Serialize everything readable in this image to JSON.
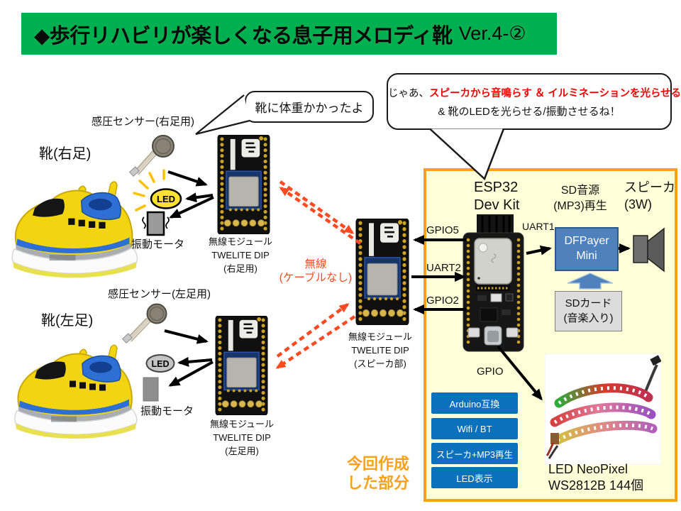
{
  "slide": {
    "title_main": "◆歩行リハビリが楽しくなる息子用メロディ靴",
    "title_version": "Ver.4-②"
  },
  "bubbles": {
    "weight": "靴に体重かかったよ",
    "action_prefix": "じゃあ、",
    "action_red": "スピーカから音鳴らす ＆ イルミネーションを光らせる",
    "action_line2": "& 靴のLEDを光らせる/振動させるね！"
  },
  "right_foot": {
    "shoe": "靴(右足)",
    "sensor": "感圧センサー(右足用)",
    "led": "LED",
    "motor": "振動モータ",
    "module_line1": "無線モジュール",
    "module_line2": "TWELITE DIP",
    "module_line3": "(右足用)"
  },
  "left_foot": {
    "shoe": "靴(左足)",
    "sensor": "感圧センサー(左足用)",
    "led": "LED",
    "motor": "振動モータ",
    "module_line1": "無線モジュール",
    "module_line2": "TWELITE DIP",
    "module_line3": "(左足用)"
  },
  "wireless": {
    "line1": "無線",
    "line2": "(ケーブルなし)"
  },
  "speaker_module": {
    "line1": "無線モジュール",
    "line2": "TWELITE DIP",
    "line3": "(スピーカ部)"
  },
  "ports": {
    "gpio5": "GPIO5",
    "uart2": "UART2",
    "gpio2": "GPIO2",
    "uart1": "UART1",
    "gpio": "GPIO"
  },
  "main_unit": {
    "esp32_line1": "ESP32",
    "esp32_line2": "Dev Kit",
    "sd_source_line1": "SD音源",
    "sd_source_line2": "(MP3)再生",
    "speaker_line1": "スピーカ",
    "speaker_line2": "(3W)",
    "dfplayer_line1": "DFPayer",
    "dfplayer_line2": "Mini",
    "sdcard_line1": "SDカード",
    "sdcard_line2": "(音楽入り)",
    "features": [
      "Arduino互換",
      "Wifi / BT",
      "スピーカ+MP3再生",
      "LED表示"
    ],
    "neopixel_line1": "LED NeoPixel",
    "neopixel_line2": "WS2812B 144個",
    "made_line1": "今回作成",
    "made_line2": "した部分"
  },
  "colors": {
    "title_bg": "#00B050",
    "box_fill": "#FFFFD8",
    "box_border": "#F9A11B",
    "red_text": "#FF0000",
    "wireless_orange": "#FF4A22",
    "button_blue": "#0C71BD",
    "dfplayer_blue": "#4F81BD"
  }
}
